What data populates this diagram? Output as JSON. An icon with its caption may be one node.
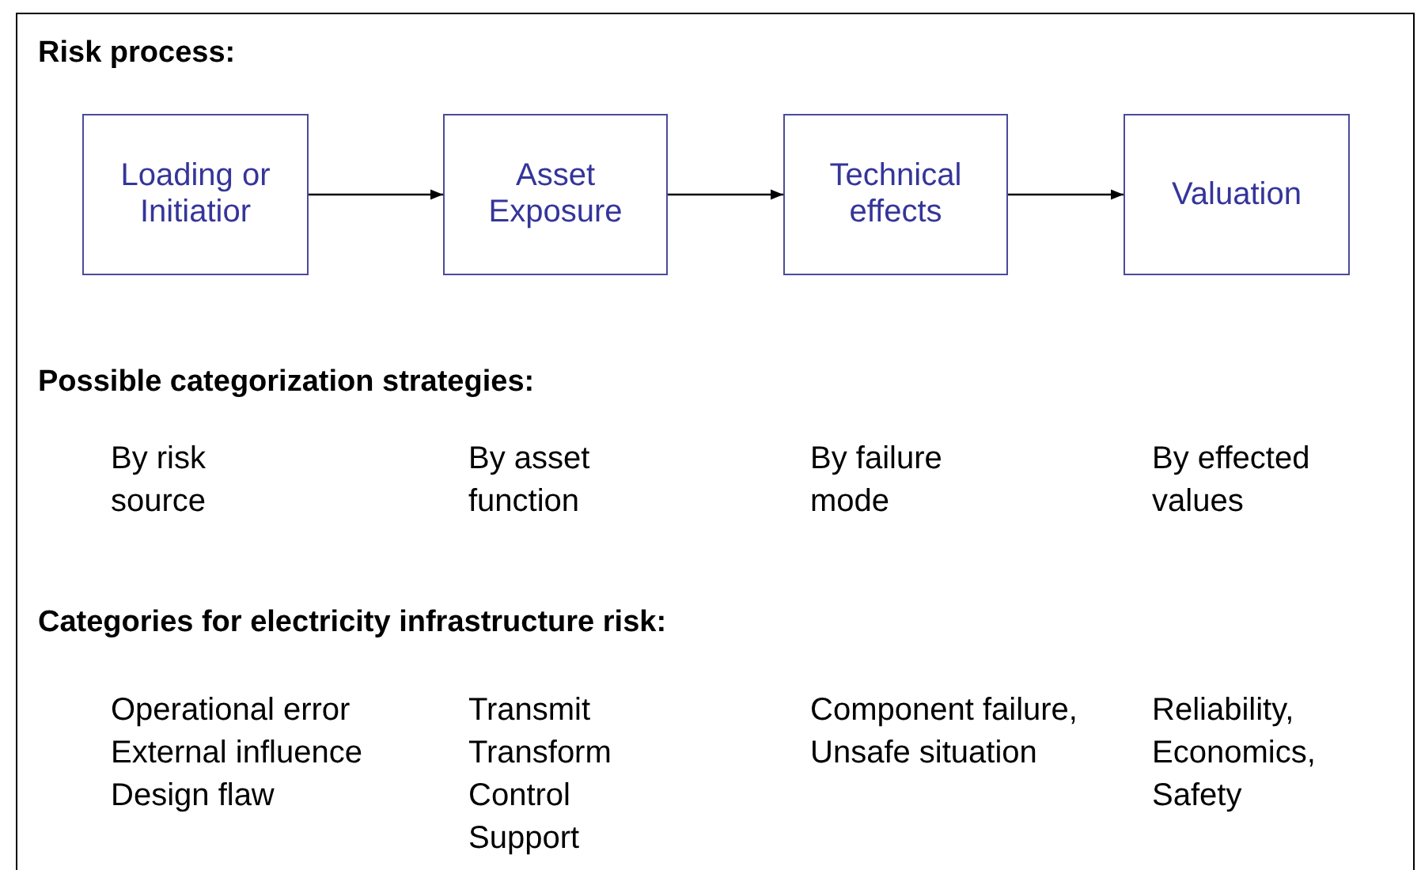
{
  "diagram": {
    "nodes": [
      {
        "text": [
          "Loading or Initiatior"
        ]
      },
      {
        "text": [
          "Asset Exposure"
        ]
      },
      {
        "text": [
          "Technical effects"
        ]
      },
      {
        "text": [
          "Valuation"
        ]
      }
    ],
    "edges": [
      {
        "from": 0,
        "to": 1,
        "arrow": "to"
      },
      {
        "from": 1,
        "to": 2,
        "arrow": "to"
      },
      {
        "from": 2,
        "to": 3,
        "arrow": "to"
      }
    ],
    "labels": [
      "Risk process:",
      "Possible categorization strategies:",
      "By risk source",
      "By asset function",
      "By failure mode",
      "By effected values",
      "Categories for electricity infrastructure risk:",
      "Operational error",
      "Transmit",
      "Component failure,",
      "Reliability,",
      "External influence",
      "Transform",
      "Unsafe situation",
      "Economics,",
      "Design flaw",
      "Control",
      "Safety",
      "Support"
    ]
  }
}
